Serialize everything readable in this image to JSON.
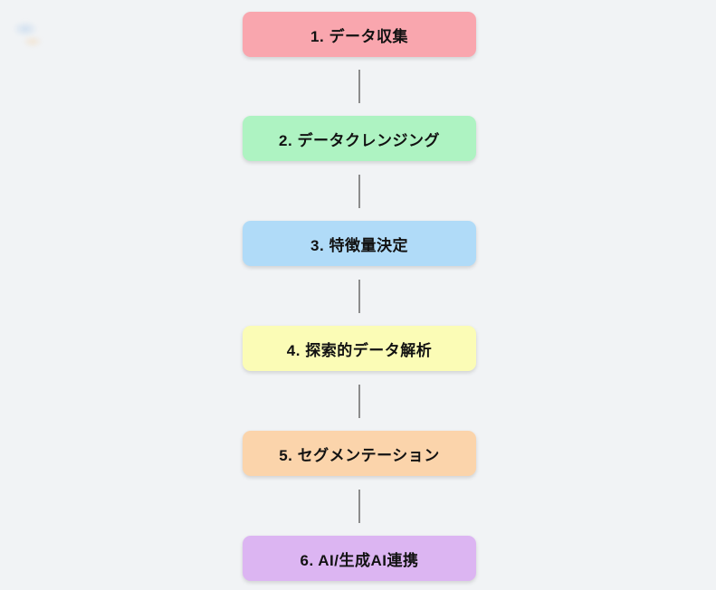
{
  "page": {
    "background_color": "#f1f3f5"
  },
  "diagram": {
    "type": "flowchart",
    "direction": "top-to-bottom",
    "connector_color": "#8c8c8c",
    "text_color": "#121212",
    "nodes": [
      {
        "id": "1",
        "label": "1. データ収集",
        "color": "#f9a6ae"
      },
      {
        "id": "2",
        "label": "2. データクレンジング",
        "color": "#aef3c2"
      },
      {
        "id": "3",
        "label": "3. 特徴量決定",
        "color": "#b0dbf8"
      },
      {
        "id": "4",
        "label": "4. 探索的データ解析",
        "color": "#fbfcb6"
      },
      {
        "id": "5",
        "label": "5. セグメンテーション",
        "color": "#fbd4ab"
      },
      {
        "id": "6",
        "label": "6. AI/生成AI連携",
        "color": "#dcb5f2"
      }
    ],
    "edges": [
      {
        "from": "1",
        "to": "2"
      },
      {
        "from": "2",
        "to": "3"
      },
      {
        "from": "3",
        "to": "4"
      },
      {
        "from": "4",
        "to": "5"
      },
      {
        "from": "5",
        "to": "6"
      }
    ]
  }
}
